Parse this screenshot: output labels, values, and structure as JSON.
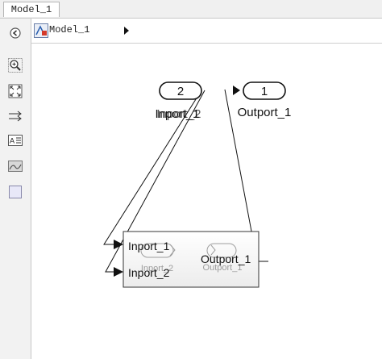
{
  "window": {
    "tab_label": "Model_1"
  },
  "breadcrumb": {
    "model_name": "Model_1"
  },
  "toolbar": {
    "icons": [
      "back-icon",
      "zoom-icon",
      "fit-view-icon",
      "route-lines-icon",
      "annotation-icon",
      "image-icon",
      "area-icon"
    ]
  },
  "diagram": {
    "inport_block": {
      "number": "2",
      "label": "Inport_1",
      "overlap_label": "Inport_2"
    },
    "outport_block": {
      "number": "1",
      "label": "Outport_1"
    },
    "subsystem": {
      "port_in_1": "Inport_1",
      "port_in_2": "Inport_2",
      "port_out_1": "Outport_1",
      "ghost_in": "Inport_2",
      "ghost_out": "Outport_1"
    }
  }
}
